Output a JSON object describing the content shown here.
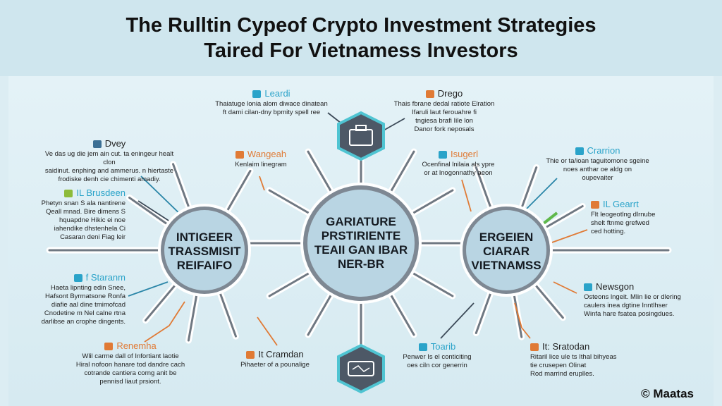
{
  "title": [
    "The Rulltin Cypeof Crypto Investment Strategies",
    "Taired For Vietnamess Investors"
  ],
  "hubs": {
    "left": [
      "INTIGEER",
      "TRASSMISIT",
      "REIFAIFO"
    ],
    "center": [
      "GARIATURE",
      "PRSTIRIENTE",
      "TEAII GAN IBAR",
      "NER-BR"
    ],
    "right": [
      "ERGEIEN",
      "CIARAR",
      "VIETNAMSS"
    ]
  },
  "callouts": {
    "dvey": {
      "title": "Dvey",
      "body": [
        "Ve das ug die jem ain cut. ta eningeur healt clon",
        "saidinut. enphing and ammerus. n hiertaste",
        "frodiske denh cie chimenti amadiy."
      ]
    },
    "brusdeen": {
      "title": "IL Brusdeen",
      "body": [
        "Phetyn snan S ala nantirene",
        "Qeall mnad. Bire dimens S",
        "hquapdne Hikic ei noe",
        "iahendike dhstenhela Ci",
        "Casaran deni Fiag leir"
      ]
    },
    "staranm": {
      "title": "f Staranm",
      "body": [
        "Haeta lipnting edin Snee,",
        "Hafsont Byrmatsone Ronfa",
        "diafie aal dine tmimofcad",
        "Cnodetine m Nel calne rtna",
        "darlibse an crophe dingents."
      ]
    },
    "renewha": {
      "title": "Renemha",
      "body": [
        "Wlil carme dall of Infortiant laotie",
        "Hiral nofoon hanare tod dandre cach",
        "cotrande cantiera corng anit be",
        "pennisd liaut prsiont."
      ]
    },
    "wangeah": {
      "title": "Wangeah",
      "body": [
        "Kenlaim linegram"
      ]
    },
    "leardi": {
      "title": "Leardi",
      "body": [
        "Thaiatuge lonia alom diwace dinatean",
        "ft dami cilan-dny bpmity spell ree"
      ]
    },
    "drego": {
      "title": "Drego",
      "body": [
        "Thais fbrane dedal ratiote Elration",
        "Ifaruli laut ferouahre fi",
        "tngiesa brafi Iile lon",
        "Danor fork neposals"
      ]
    },
    "isugerl": {
      "title": "Isugerl",
      "body": [
        "Ocenfinal lnilaia als ypre",
        "or at lnogonnathy aeon"
      ]
    },
    "crarrion": {
      "title": "Crarrion",
      "body": [
        "Thie or ta/ioan taguitomone sgeine",
        "noes anthar oe aldg on",
        "oupevaiter"
      ]
    },
    "gearrt": {
      "title": "IL Gearrt",
      "body": [
        "Flt leogeotlng dlrnube",
        "shelt ftnme grefwed",
        "ced hotting."
      ]
    },
    "newsgon": {
      "title": "Newsgon",
      "body": [
        "Osteons lngeit. Mlin lie or dlering",
        "caulers inea dgtine Inntlhser",
        "Winfa hare fsatea posingdues."
      ]
    },
    "sratodan": {
      "title": "It: Sratodan",
      "body": [
        "Ritaril lice ule ts Ithal bihyeas",
        "tie crusepen Olinat",
        "Rod marrind eruplles."
      ]
    },
    "tearib": {
      "title": "Toarib",
      "body": [
        "Penwer Is el conticiting",
        "oes ciln cor generrin"
      ]
    },
    "cramdan": {
      "title": "It Cramdan",
      "body": [
        "Pihaeter of a pounalige"
      ]
    }
  },
  "brand": "© Maatas",
  "colors": {
    "accent_blue": "#2aa3c9",
    "accent_orange": "#e07a35",
    "hub_fill": "#b9d5e3",
    "hex_fill": "#4d5866",
    "hex_border": "#4fc4d2"
  }
}
